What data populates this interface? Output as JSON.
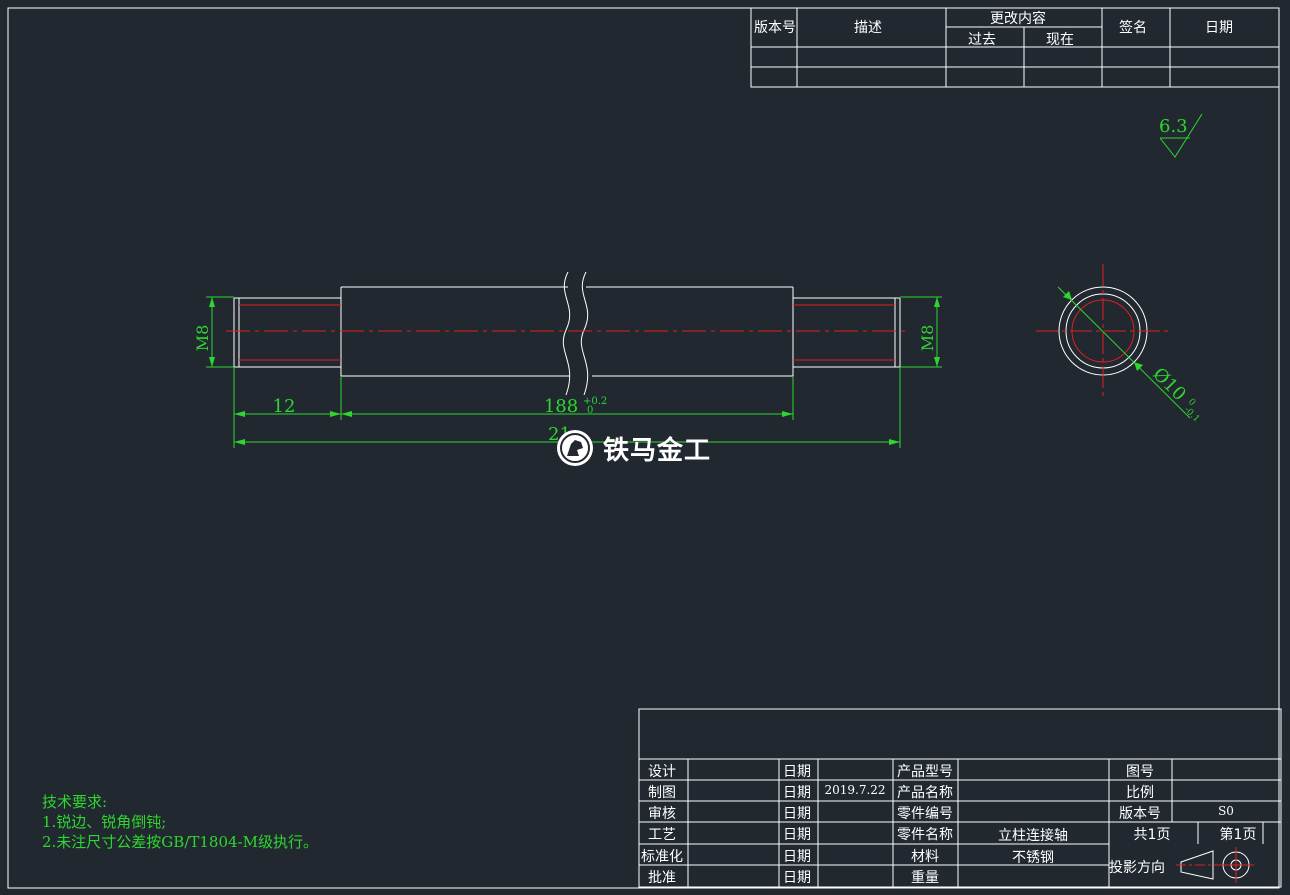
{
  "revision_table": {
    "version_header": "版本号",
    "description_header": "描述",
    "change_header": "更改内容",
    "past_header": "过去",
    "current_header": "现在",
    "signature_header": "签名",
    "date_header": "日期"
  },
  "roughness": "6.3",
  "dimensions": {
    "thread_left": "M8",
    "thread_right": "M8",
    "thread_length": "12",
    "middle_length": "188",
    "middle_tol_upper": "+0.2",
    "middle_tol_lower": "0",
    "overall_length": "21",
    "diameter": "Ø10",
    "diameter_tol_upper": "0",
    "diameter_tol_lower": "-0.1"
  },
  "watermark": {
    "text": "铁马金工"
  },
  "tech_requirements": {
    "title": "技术要求:",
    "item1": "1.锐边、锐角倒钝;",
    "item2": "2.未注尺寸公差按GB/T1804-M级执行。"
  },
  "title_block": {
    "design": "设计",
    "drawing": "制图",
    "review": "审核",
    "process": "工艺",
    "standardization": "标准化",
    "approval": "批准",
    "date_labels": [
      "日期",
      "日期",
      "日期",
      "日期",
      "日期",
      "日期"
    ],
    "drawing_date": "2019.7.22",
    "product_model": "产品型号",
    "product_name": "产品名称",
    "part_number": "零件编号",
    "part_name_label": "零件名称",
    "part_name_value": "立柱连接轴",
    "material_label": "材料",
    "material_value": "不锈钢",
    "weight_label": "重量",
    "drawing_no_label": "图号",
    "scale_label": "比例",
    "version_label": "版本号",
    "version_value": "S0",
    "total_pages": "共1页",
    "page_no": "第1页",
    "projection_label": "投影方向"
  }
}
